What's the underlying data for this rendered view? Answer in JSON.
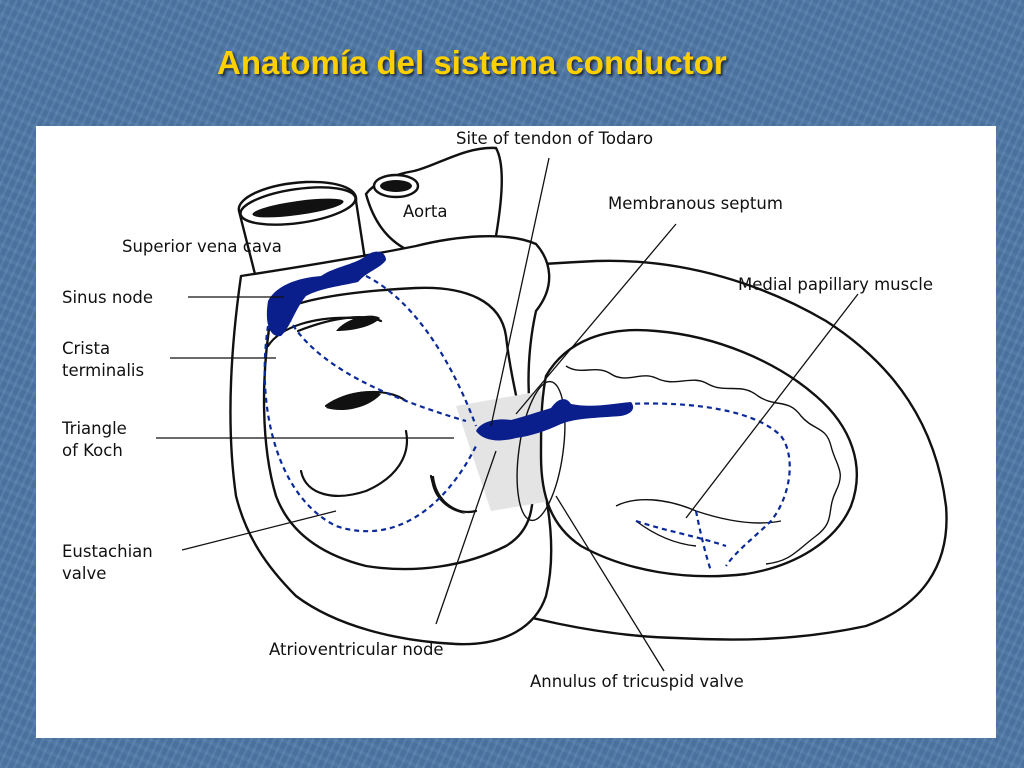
{
  "slide": {
    "title": "Anatomía del sistema conductor"
  },
  "diagram": {
    "labels": {
      "tendon_todaro": "Site of tendon of Todaro",
      "aorta": "Aorta",
      "membranous_septum": "Membranous septum",
      "superior_vena_cava": "Superior vena cava",
      "medial_papillary_muscle": "Medial papillary muscle",
      "sinus_node": "Sinus node",
      "crista_line1": "Crista",
      "crista_line2": "terminalis",
      "koch_line1": "Triangle",
      "koch_line2": "of Koch",
      "eustachian_line1": "Eustachian",
      "eustachian_line2": "valve",
      "av_node": "Atrioventricular node",
      "annulus_tricuspid": "Annulus of tricuspid valve"
    },
    "colors": {
      "background": "#4f79a8",
      "title": "#ffd000",
      "conduction": "#0a1f8c",
      "panel": "#ffffff"
    }
  }
}
